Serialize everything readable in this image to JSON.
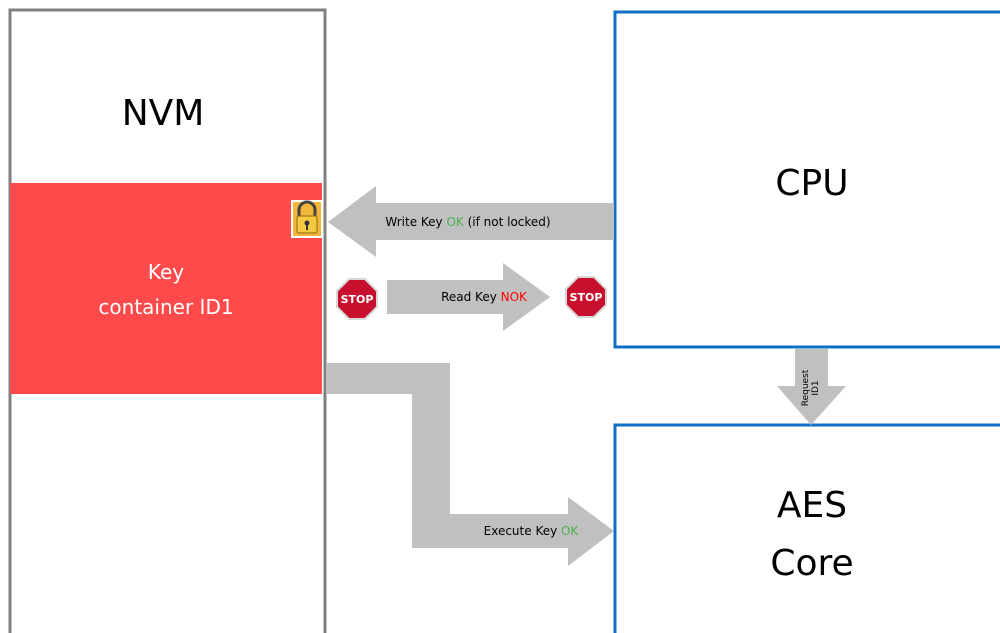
{
  "nvm": {
    "title": "NVM",
    "key_container": {
      "line1": "Key",
      "line2": "container ID1"
    }
  },
  "cpu": {
    "title": "CPU"
  },
  "aes": {
    "title_line1": "AES",
    "title_line2": "Core"
  },
  "arrows": {
    "write": {
      "prefix": "Write Key ",
      "status": "OK",
      "suffix": " (if not locked)"
    },
    "read": {
      "prefix": "Read Key ",
      "status": "NOK"
    },
    "execute": {
      "prefix": "Execute Key ",
      "status": "OK"
    },
    "request": {
      "line1": "Request",
      "line2": "ID1"
    }
  },
  "icons": {
    "lock": "lock-icon",
    "stop_left": "stop-sign-icon",
    "stop_right": "stop-sign-icon",
    "stop_text": "STOP"
  },
  "colors": {
    "nvm_border": "#808080",
    "block_border": "#0f6fc6",
    "key_fill": "#fe4a4a",
    "arrow_fill": "#c0c0c0",
    "ok_green": "#4caf50",
    "nok_red": "#ff0000",
    "stop_red": "#c8102e"
  }
}
